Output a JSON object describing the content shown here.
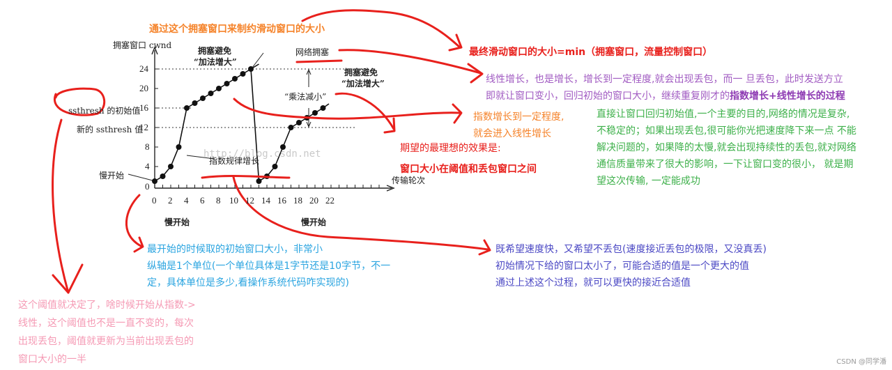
{
  "header_note": "通过这个拥塞窗口来制约滑动窗口的大小",
  "chart_data": {
    "type": "line",
    "title": "",
    "ylabel": "拥塞窗口 cwnd",
    "xlabel": "传输轮次",
    "ylim": [
      0,
      26
    ],
    "xlim": [
      0,
      23
    ],
    "yticks": [
      0,
      4,
      8,
      12,
      16,
      20,
      24
    ],
    "xticks": [
      0,
      2,
      4,
      6,
      8,
      10,
      12,
      14,
      16,
      18,
      20,
      22
    ],
    "series": [
      {
        "name": "cwnd",
        "x": [
          0,
          1,
          2,
          3,
          4,
          5,
          6,
          7,
          8,
          9,
          10,
          11,
          12,
          13,
          14,
          15,
          16,
          17,
          18,
          19,
          20,
          21
        ],
        "values": [
          1,
          2,
          4,
          8,
          16,
          17,
          18,
          19,
          20,
          21,
          22,
          23,
          24,
          1,
          2,
          4,
          8,
          12,
          13,
          14,
          15,
          16
        ]
      }
    ],
    "reference_lines": [
      {
        "y": 24,
        "label": ""
      },
      {
        "y": 16,
        "label": "ssthresh 的初始值"
      },
      {
        "y": 12,
        "label": "新的 ssthresh 值"
      }
    ],
    "annotations": [
      {
        "text": "拥塞避免",
        "text2": "“加法增大”",
        "near": "rounds 4-12"
      },
      {
        "text": "网络拥塞",
        "near": "round 12, cwnd 24"
      },
      {
        "text": "拥塞避免",
        "text2": "“加法增大”",
        "near": "rounds 17-21"
      },
      {
        "text": "“乘法减小”",
        "near": "between 24 and 12"
      },
      {
        "text": "慢开始",
        "near": "round 0"
      },
      {
        "text": "指数规律增长",
        "near": "rounds 2-3"
      },
      {
        "text": "慢开始",
        "near": "below axis rounds 0-4"
      },
      {
        "text": "慢开始",
        "near": "below axis rounds 13-17"
      }
    ],
    "watermark": "http://blog.csdn.net",
    "legend": "none",
    "grid": false
  },
  "chart_labels": {
    "ylabel": "拥塞窗口 cwnd",
    "xlabel": "传输轮次",
    "ssthresh_init_term": "ssthresh",
    "ssthresh_init_rest": "的初始值",
    "ssthresh_new": "新的 ssthresh 值",
    "ca1_line1": "拥塞避免",
    "ca1_line2": "“加法增大”",
    "ca2_line1": "拥塞避免",
    "ca2_line2": "“加法增大”",
    "congestion": "网络拥塞",
    "md": "“乘法减小”",
    "slow_start_left": "慢开始",
    "exp_growth": "指数规律增长",
    "ss_below_1": "慢开始",
    "ss_below_2": "慢开始",
    "watermark": "http://blog.csdn.net",
    "yticks": [
      "24",
      "20",
      "16",
      "12",
      "8",
      "4",
      "0"
    ],
    "xticks": [
      "0",
      "2",
      "4",
      "6",
      "8",
      "10",
      "12",
      "14",
      "16",
      "18",
      "20",
      "22"
    ]
  },
  "notes": {
    "final_window": "最终滑动窗口的大小=min（拥塞窗口，流量控制窗口）",
    "linear": {
      "line1": "线性增长，也是增长，增长到一定程度,就会出现丢包，而一 旦丢包，此时发送方立",
      "line2_plain": "即就让窗口变小，回归初始的窗口大小，继续重复刚才的",
      "line2_bold": "指数增长+线性增长的过程"
    },
    "exp_to_linear": {
      "line1": "指数增长到一定程度,",
      "line2": "就会进入线性增长"
    },
    "ideal": {
      "line1": "期望的最理想的效果是:",
      "line2": "窗口大小在阈值和丢包窗口之间"
    },
    "reset": {
      "lines": [
        "直接让窗口回归初始值,一个主要的目的,网络的情况是复杂,",
        "不稳定的；如果出现丢包,很可能你光把速度降下来一点 不能",
        "解决问题的，如果降的太慢,就会出现持续性的丢包,就对网络",
        "通信质量带来了很大的影响，一下让窗口变的很小， 就是期",
        "望这次传输, 一定能成功"
      ]
    },
    "initial_window": {
      "lines": [
        "最开始的时候取的初始窗口大小，非常小",
        "纵轴是1个单位(一个单位具体是1字节还是10字节，不一",
        "定，具体单位是多少,看操作系统代码咋实现的)"
      ]
    },
    "goal": {
      "lines": [
        "既希望速度快，又希望不丢包(速度接近丢包的极限，又没真丢)",
        "初始情况下给的窗口太小了，可能合适的值是一个更大的值",
        "通过上述这个过程，就可以更快的接近合适值"
      ]
    },
    "threshold": {
      "lines": [
        "这个阈值就决定了，啥时候开始从指数->",
        "线性，这个阈值也不是一直不变的，每次",
        "出现丢包，阈值就更新为当前出现丢包的",
        "窗口大小的一半"
      ]
    }
  },
  "footer": "CSDN @同学潘",
  "colors": {
    "orange": "#f5832a",
    "red": "#e8201c",
    "purple": "#a15bc2",
    "green": "#3db04a",
    "blue": "#2aa4e0",
    "indigo": "#4b48c4",
    "pink": "#f59ab4",
    "ink": "#222222"
  }
}
